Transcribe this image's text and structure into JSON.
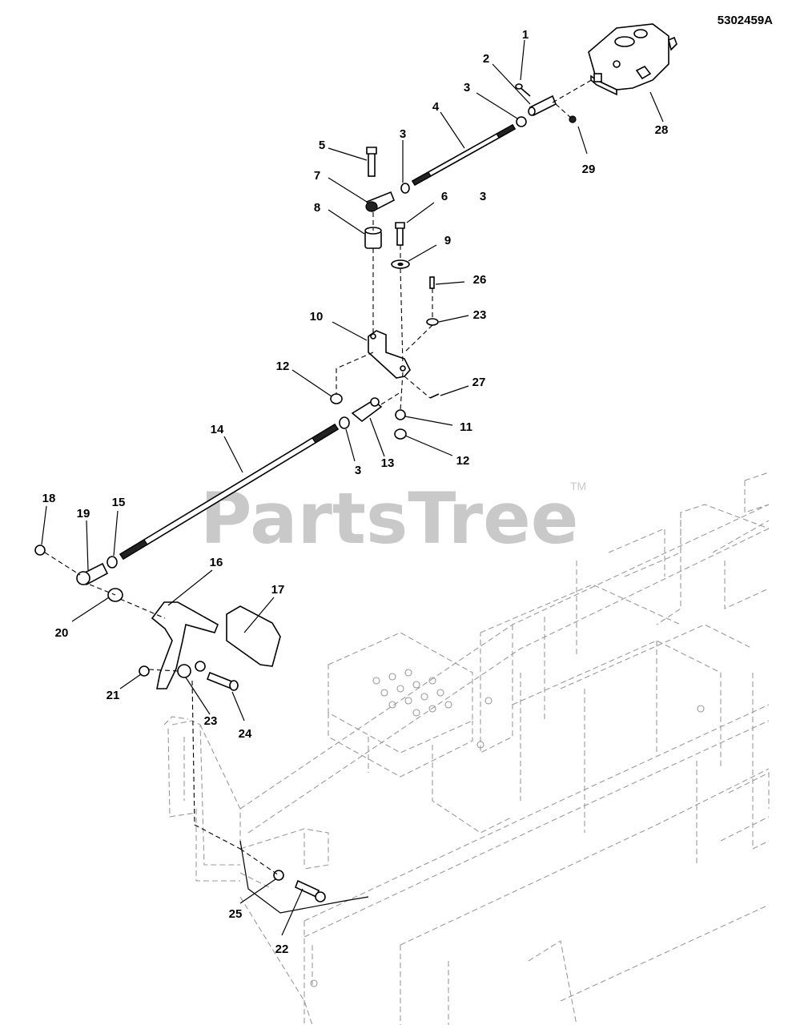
{
  "document_number": "5302459A",
  "watermark": "PartsTree",
  "trademark": "TM",
  "callouts": [
    {
      "label": "1"
    },
    {
      "label": "2"
    },
    {
      "label": "3"
    },
    {
      "label": "3"
    },
    {
      "label": "4"
    },
    {
      "label": "28"
    },
    {
      "label": "29"
    },
    {
      "label": "5"
    },
    {
      "label": "3"
    },
    {
      "label": "7"
    },
    {
      "label": "6"
    },
    {
      "label": "8"
    },
    {
      "label": "9"
    },
    {
      "label": "26"
    },
    {
      "label": "23"
    },
    {
      "label": "10"
    },
    {
      "label": "12"
    },
    {
      "label": "27"
    },
    {
      "label": "11"
    },
    {
      "label": "12"
    },
    {
      "label": "14"
    },
    {
      "label": "3"
    },
    {
      "label": "13"
    },
    {
      "label": "18"
    },
    {
      "label": "19"
    },
    {
      "label": "15"
    },
    {
      "label": "16"
    },
    {
      "label": "17"
    },
    {
      "label": "20"
    },
    {
      "label": "21"
    },
    {
      "label": "23"
    },
    {
      "label": "24"
    },
    {
      "label": "25"
    },
    {
      "label": "22"
    }
  ]
}
